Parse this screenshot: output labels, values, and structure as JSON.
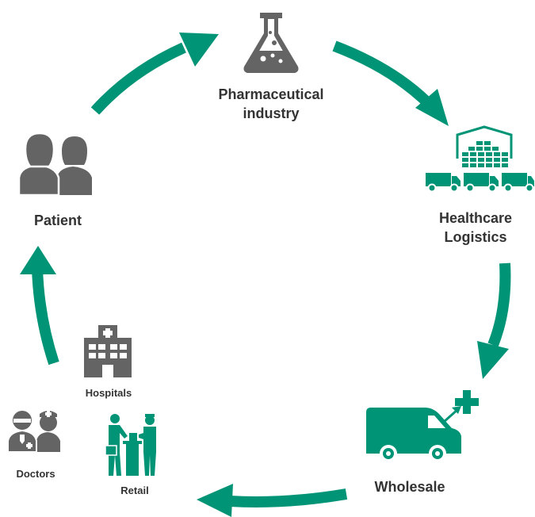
{
  "colors": {
    "accent": "#009477",
    "icon_gray": "#646464",
    "text": "#333333"
  },
  "nodes": {
    "pharma": {
      "label_line1": "Pharmaceutical",
      "label_line2": "industry",
      "icon": "flask-icon"
    },
    "logistics": {
      "label_line1": "Healthcare",
      "label_line2": "Logistics",
      "icon": "warehouse-trucks-icon"
    },
    "wholesale": {
      "label": "Wholesale",
      "icon": "van-icon"
    },
    "hospitals": {
      "label": "Hospitals",
      "icon": "hospital-building-icon"
    },
    "doctors": {
      "label": "Doctors",
      "icon": "doctors-icon"
    },
    "retail": {
      "label": "Retail",
      "icon": "pharmacy-counter-icon"
    },
    "patient": {
      "label": "Patient",
      "icon": "patients-icon"
    }
  },
  "cycle_arrows": [
    "patient-to-pharma",
    "pharma-to-logistics",
    "logistics-to-wholesale",
    "wholesale-to-retail",
    "hospitals-to-patient"
  ]
}
